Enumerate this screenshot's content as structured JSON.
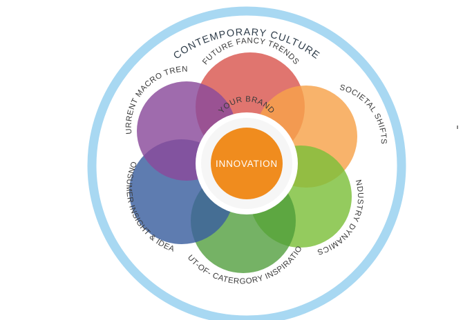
{
  "diagram": {
    "outer_ring": {
      "label": "CONTEMPORARY CULTURE",
      "color": "#a8d8f2"
    },
    "petals": [
      {
        "label": "FUTURE FANCY TRENDS",
        "color": "#d9574f"
      },
      {
        "label": "SOCIETAL SHIFTS",
        "color": "#f7a24a"
      },
      {
        "label": "INDUSTRY DYNAMICS",
        "color": "#7cbf3b"
      },
      {
        "label": "OUT-OF- CATERGORY INSPIRATION",
        "color": "#4e9c3a"
      },
      {
        "label": "CONSUMER INSIGHT & IDEAS",
        "color": "#3a5f9f"
      },
      {
        "label": "CURRENT MACRO TRENDS",
        "color": "#8a4b9b"
      }
    ],
    "center": {
      "ring_label": "YOUR BRAND",
      "core_label": "INNOVATION",
      "core_color": "#f08c1e"
    }
  }
}
